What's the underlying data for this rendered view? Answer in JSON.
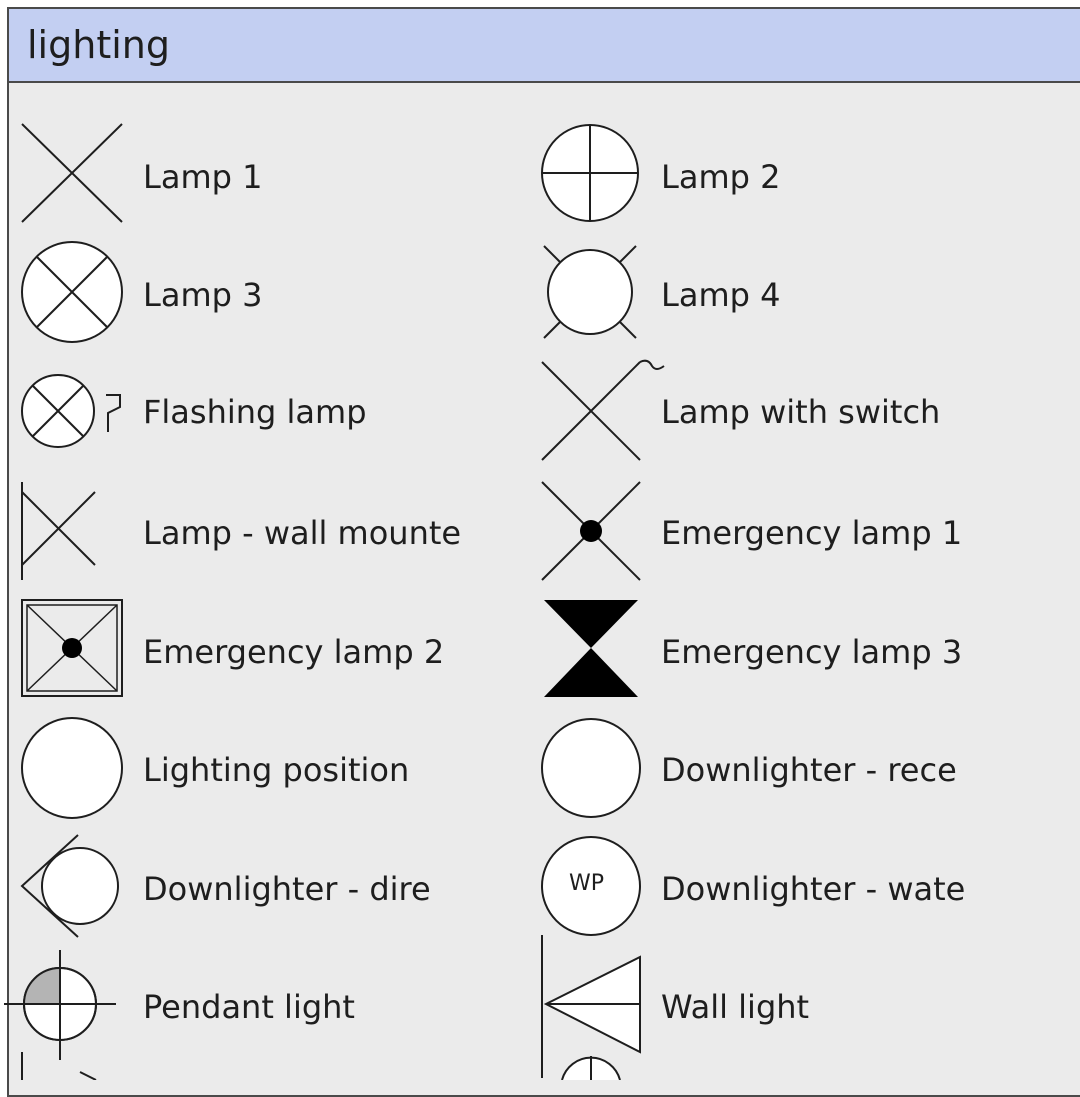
{
  "panel": {
    "title": "lighting"
  },
  "shapes": [
    {
      "label": "Lamp 1",
      "icon": "lamp-1-icon"
    },
    {
      "label": "Lamp 2",
      "icon": "lamp-2-icon"
    },
    {
      "label": "Lamp 3",
      "icon": "lamp-3-icon"
    },
    {
      "label": "Lamp 4",
      "icon": "lamp-4-icon"
    },
    {
      "label": "Flashing lamp",
      "icon": "flashing-lamp-icon"
    },
    {
      "label": "Lamp with switch",
      "icon": "lamp-with-switch-icon"
    },
    {
      "label": "Lamp - wall mounte",
      "icon": "lamp-wall-mounted-icon"
    },
    {
      "label": "Emergency lamp 1",
      "icon": "emergency-lamp-1-icon"
    },
    {
      "label": "Emergency lamp 2",
      "icon": "emergency-lamp-2-icon"
    },
    {
      "label": "Emergency lamp 3",
      "icon": "emergency-lamp-3-icon"
    },
    {
      "label": "Lighting position",
      "icon": "lighting-position-icon"
    },
    {
      "label": "Downlighter - rece",
      "icon": "downlighter-recessed-icon"
    },
    {
      "label": "Downlighter - dire",
      "icon": "downlighter-directional-icon"
    },
    {
      "label": "Downlighter - wate",
      "icon": "downlighter-waterproof-icon",
      "icon_text": "WP"
    },
    {
      "label": "Pendant light",
      "icon": "pendant-light-icon"
    },
    {
      "label": "Wall light",
      "icon": "wall-light-icon"
    }
  ],
  "colors": {
    "header_bg": "#c3cff2",
    "panel_bg": "#ebebeb",
    "stroke": "#1e1e1e",
    "pendant_fill": "#b4b4b4"
  }
}
